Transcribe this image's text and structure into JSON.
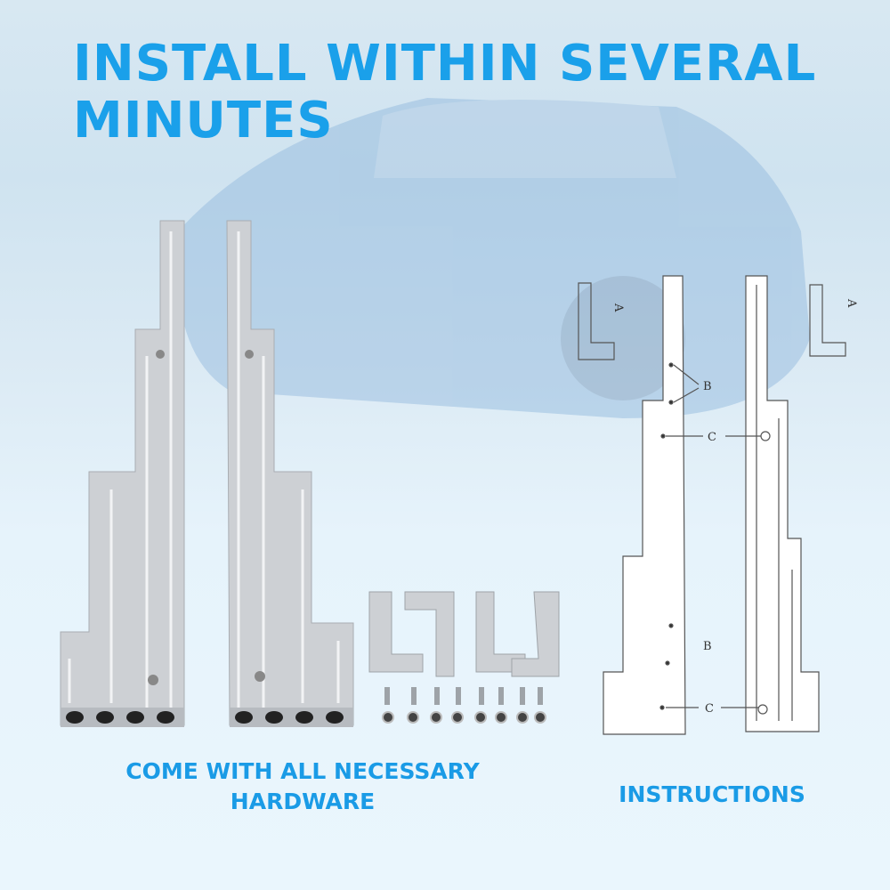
{
  "headline": "INSTALL WITHIN SEVERAL MINUTES",
  "captions": {
    "hardware": "COME WITH ALL NECESSARY HARDWARE",
    "instructions": "INSTRUCTIONS"
  },
  "diagram_labels": {
    "a": "A",
    "b": "B",
    "c": "C"
  },
  "colors": {
    "accent": "#1aa0ea",
    "metal": "#c9ccd0",
    "line": "#555555"
  }
}
